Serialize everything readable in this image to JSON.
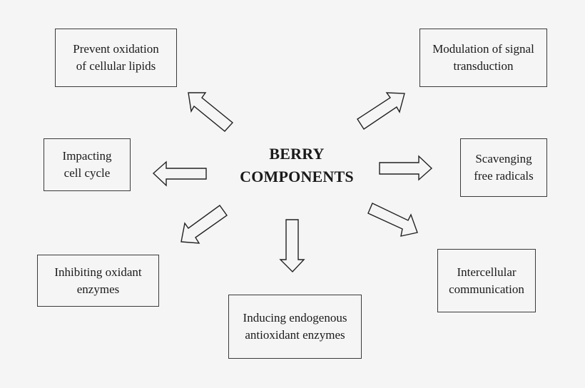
{
  "diagram": {
    "center": {
      "line1": "BERRY",
      "line2": "COMPONENTS"
    },
    "boxes": [
      {
        "id": "prevent-oxidation",
        "line1": "Prevent oxidation",
        "line2": "of cellular lipids",
        "position": "top-left"
      },
      {
        "id": "modulation-signal",
        "line1": "Modulation of signal",
        "line2": "transduction",
        "position": "top-right"
      },
      {
        "id": "impacting-cell-cycle",
        "line1": "Impacting",
        "line2": "cell cycle",
        "position": "middle-left"
      },
      {
        "id": "scavenging-free-radicals",
        "line1": "Scavenging",
        "line2": "free radicals",
        "position": "middle-right"
      },
      {
        "id": "inhibiting-oxidant-enzymes",
        "line1": "Inhibiting oxidant",
        "line2": "enzymes",
        "position": "bottom-left"
      },
      {
        "id": "inducing-endogenous",
        "line1": "Inducing endogenous",
        "line2": "antioxidant enzymes",
        "position": "bottom-center"
      },
      {
        "id": "intercellular-communication",
        "line1": "Intercellular",
        "line2": "communication",
        "position": "bottom-right"
      }
    ],
    "arrows": [
      {
        "from": "center",
        "to": "prevent-oxidation",
        "direction": "up-left"
      },
      {
        "from": "center",
        "to": "modulation-signal",
        "direction": "up-right"
      },
      {
        "from": "center",
        "to": "impacting-cell-cycle",
        "direction": "left"
      },
      {
        "from": "center",
        "to": "scavenging-free-radicals",
        "direction": "right"
      },
      {
        "from": "center",
        "to": "inhibiting-oxidant-enzymes",
        "direction": "down-left"
      },
      {
        "from": "center",
        "to": "inducing-endogenous",
        "direction": "down"
      },
      {
        "from": "center",
        "to": "intercellular-communication",
        "direction": "down-right"
      }
    ],
    "colors": {
      "background": "#f5f5f5",
      "stroke": "#222222",
      "text": "#1a1a1a"
    }
  }
}
